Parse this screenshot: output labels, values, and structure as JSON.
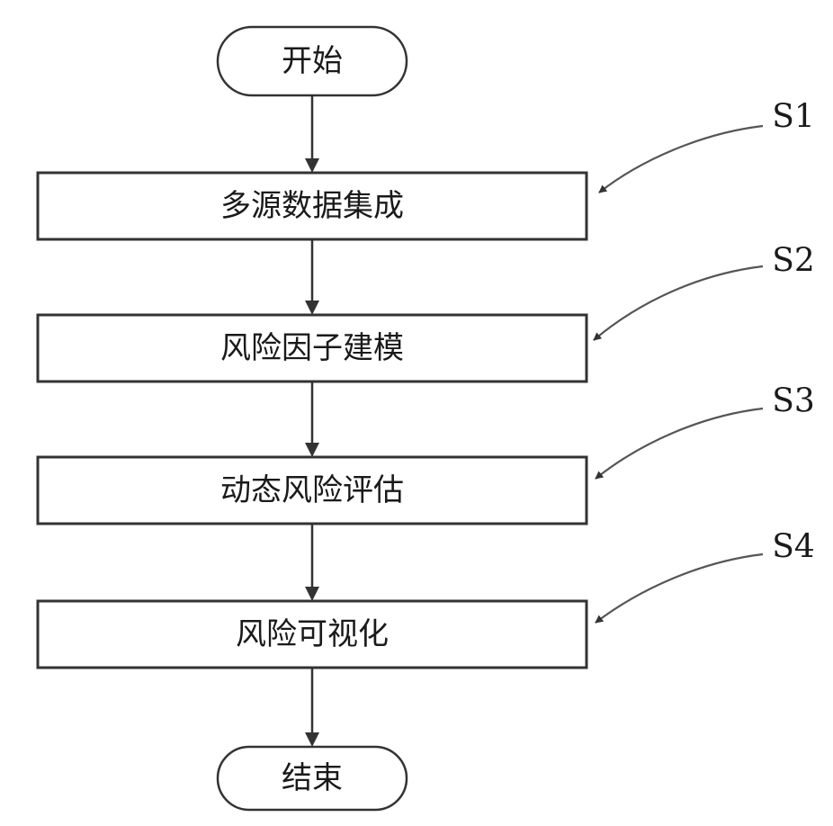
{
  "flowchart": {
    "start": {
      "label": "开始"
    },
    "steps": [
      {
        "id": "S1",
        "label": "多源数据集成"
      },
      {
        "id": "S2",
        "label": "风险因子建模"
      },
      {
        "id": "S3",
        "label": "动态风险评估"
      },
      {
        "id": "S4",
        "label": "风险可视化"
      }
    ],
    "end": {
      "label": "结束"
    }
  }
}
